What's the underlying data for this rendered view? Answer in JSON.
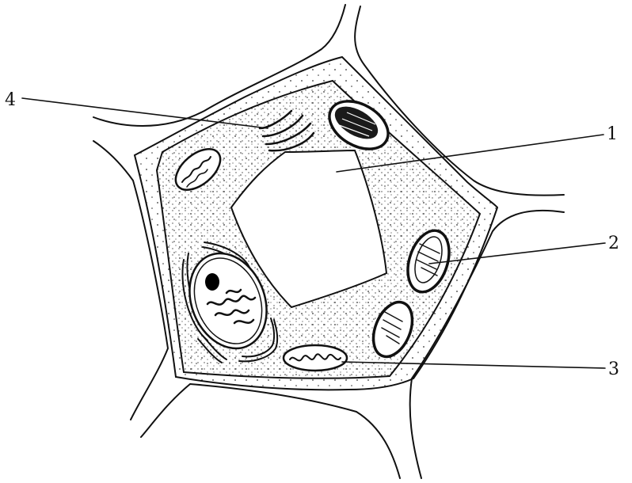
{
  "labels": {
    "vacuole": "1",
    "chloroplast": "2",
    "mitochondrion": "3",
    "golgi": "4"
  }
}
